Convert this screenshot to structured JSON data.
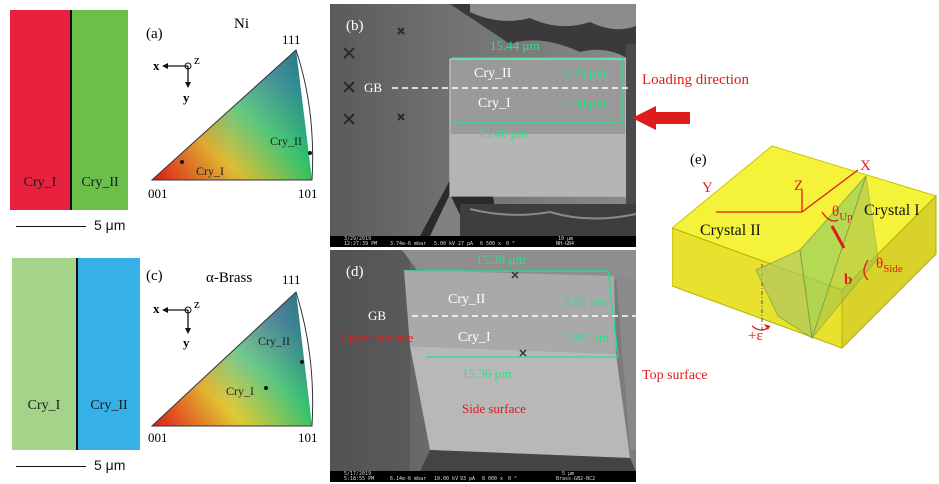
{
  "panel_a": {
    "label": "(a)",
    "material": "Ni",
    "grain_left": "Cry_I",
    "grain_right": "Cry_II",
    "scale": "5 μm",
    "color_left": "#e8213f",
    "color_right": "#6cbf4a",
    "ipf": {
      "axis_x": "x",
      "axis_y": "y",
      "axis_z": "z",
      "c001": "001",
      "c101": "101",
      "c111": "111",
      "pt1": "Cry_I",
      "pt2": "Cry_II"
    }
  },
  "panel_c": {
    "label": "(c)",
    "material": "α-Brass",
    "grain_left": "Cry_I",
    "grain_right": "Cry_II",
    "scale": "5 μm",
    "color_left": "#a3d48a",
    "color_right": "#36b1e8",
    "ipf": {
      "axis_x": "x",
      "axis_y": "y",
      "axis_z": "z",
      "c001": "001",
      "c101": "101",
      "c111": "111",
      "pt1": "Cry_I",
      "pt2": "Cry_II"
    }
  },
  "panel_b": {
    "label": "(b)",
    "top_width": "15.44 μm",
    "bottom_width": "15.48 μm",
    "h_top": "3.73 μm",
    "h_bottom": "4.30 μm",
    "grain_top": "Cry_II",
    "grain_bottom": "Cry_I",
    "gb": "GB",
    "loading": "Loading direction",
    "bar": {
      "date": "3/29/2019",
      "time": "12:27:39 PM",
      "pressure": "3.74e-6 mbar",
      "hv": "5.00 kV",
      "curr": "27 pA",
      "mag": "6 500 x",
      "tilt": "0 °",
      "scale": "10 μm",
      "id": "NH-GB4"
    }
  },
  "panel_d": {
    "label": "(d)",
    "top_width": "15.38 μm",
    "bottom_width": "15.36 μm",
    "h_top": "5.05 μm",
    "h_bottom": "3.97 μm",
    "grain_top": "Cry_II",
    "grain_bottom": "Cry_I",
    "gb": "GB",
    "upper_surface": "Upper surface",
    "top_surface": "Top surface",
    "side_surface": "Side surface",
    "bar": {
      "date": "5/17/2019",
      "time": "5:18:55 PM",
      "pressure": "6.14e-6 mbar",
      "hv": "10.00 kV",
      "curr": "93 pA",
      "mag": "8 000 x",
      "tilt": "0 °",
      "scale": "5 μm",
      "id": "Brass-GB2-BC2"
    }
  },
  "panel_e": {
    "label": "(e)",
    "crystal_left": "Crystal II",
    "crystal_right": "Crystal I",
    "axis_x": "X",
    "axis_y": "Y",
    "axis_z": "Z",
    "theta_up": "θ",
    "theta_up_sub": "Up",
    "theta_side": "θ",
    "theta_side_sub": "Side",
    "burgers": "b",
    "strain": "+ε"
  }
}
